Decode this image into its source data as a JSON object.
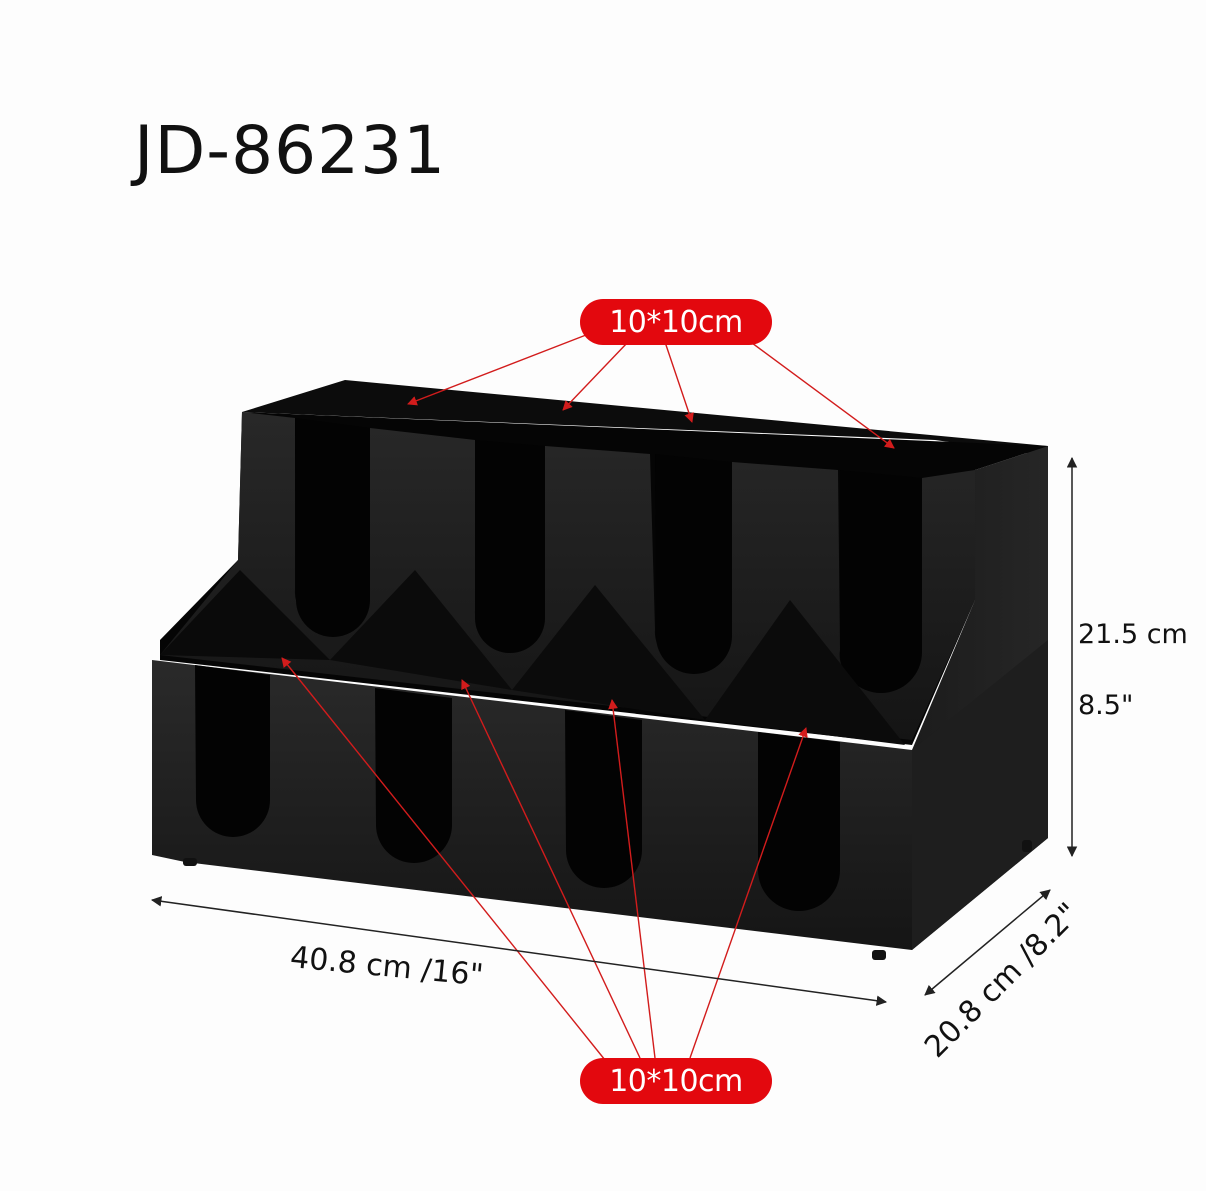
{
  "product": {
    "model_code": "JD-86231",
    "description": "Black 8-compartment cup/lid organizer rack",
    "compartments": 8,
    "body_color": "#141414"
  },
  "callouts": {
    "top_compartment_size": "10*10cm",
    "bottom_compartment_size": "10*10cm",
    "pill_color": "#e3080e",
    "leader_line_color": "#d21c1c"
  },
  "dimensions": {
    "height_cm": "21.5 cm",
    "height_in": "8.5\"",
    "width": "40.8 cm /16\"",
    "depth": "20.8 cm /8.2\""
  }
}
